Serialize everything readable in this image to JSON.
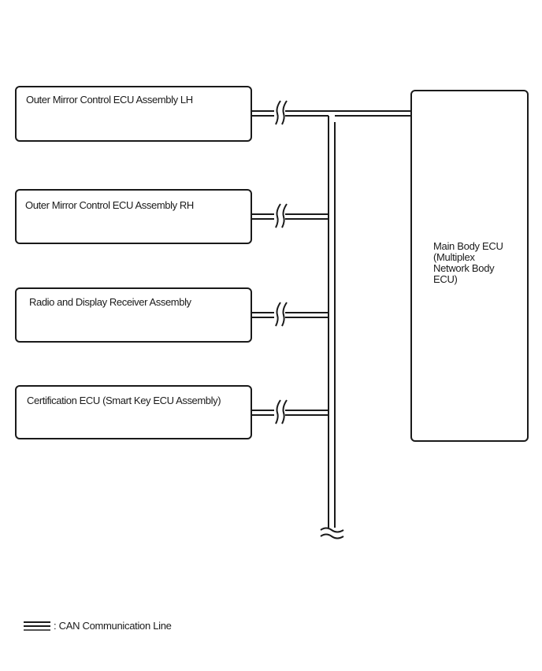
{
  "ecus": [
    {
      "id": "outer-mirror-lh",
      "label": "Outer Mirror Control ECU Assembly LH"
    },
    {
      "id": "outer-mirror-rh",
      "label": "Outer Mirror Control ECU Assembly RH"
    },
    {
      "id": "radio-display",
      "label": "Radio and Display Receiver Assembly"
    },
    {
      "id": "certification",
      "label": "Certification ECU (Smart Key ECU Assembly)"
    }
  ],
  "main_ecu": {
    "label": "Main Body ECU\n(Multiplex\nNetwork Body\nECU)"
  },
  "legend": {
    "label": ": CAN Communication Line"
  },
  "colors": {
    "line": "#1a1a1a",
    "background": "#ffffff"
  }
}
